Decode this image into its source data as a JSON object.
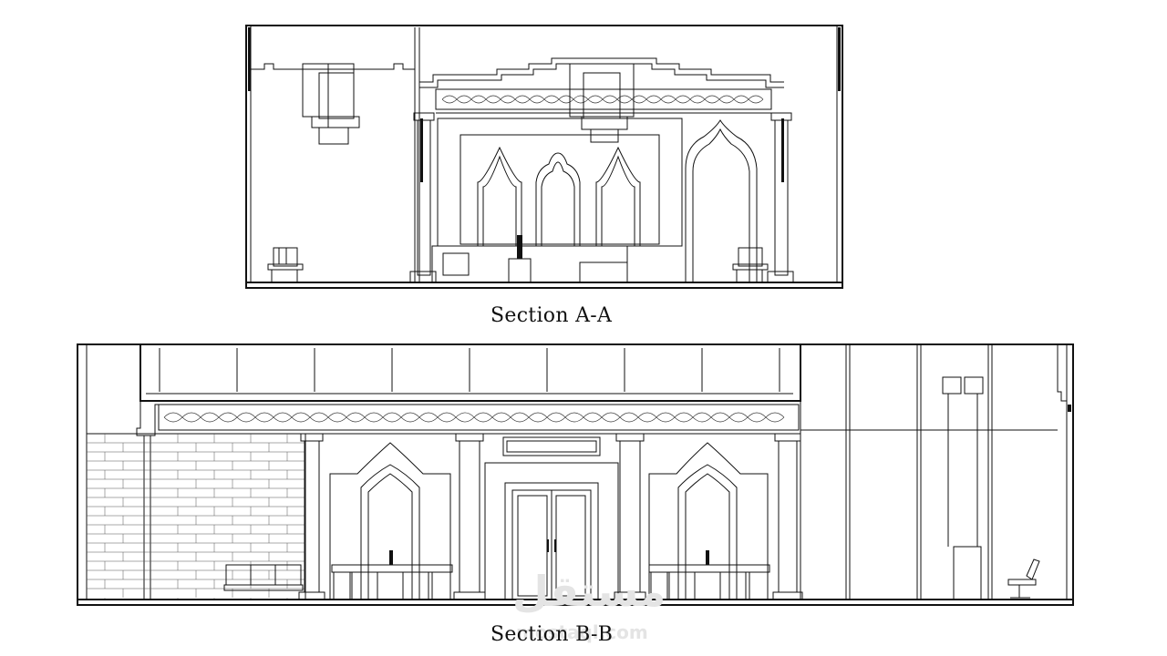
{
  "sections": [
    {
      "id": "A-A",
      "caption": "Section A-A"
    },
    {
      "id": "B-B",
      "caption": "Section B-B"
    }
  ],
  "watermark": {
    "arabic": "مستقل",
    "url": "mostaql.com"
  },
  "colors": {
    "line": "#111111",
    "background": "#ffffff",
    "watermark": "#e4e4e4"
  }
}
